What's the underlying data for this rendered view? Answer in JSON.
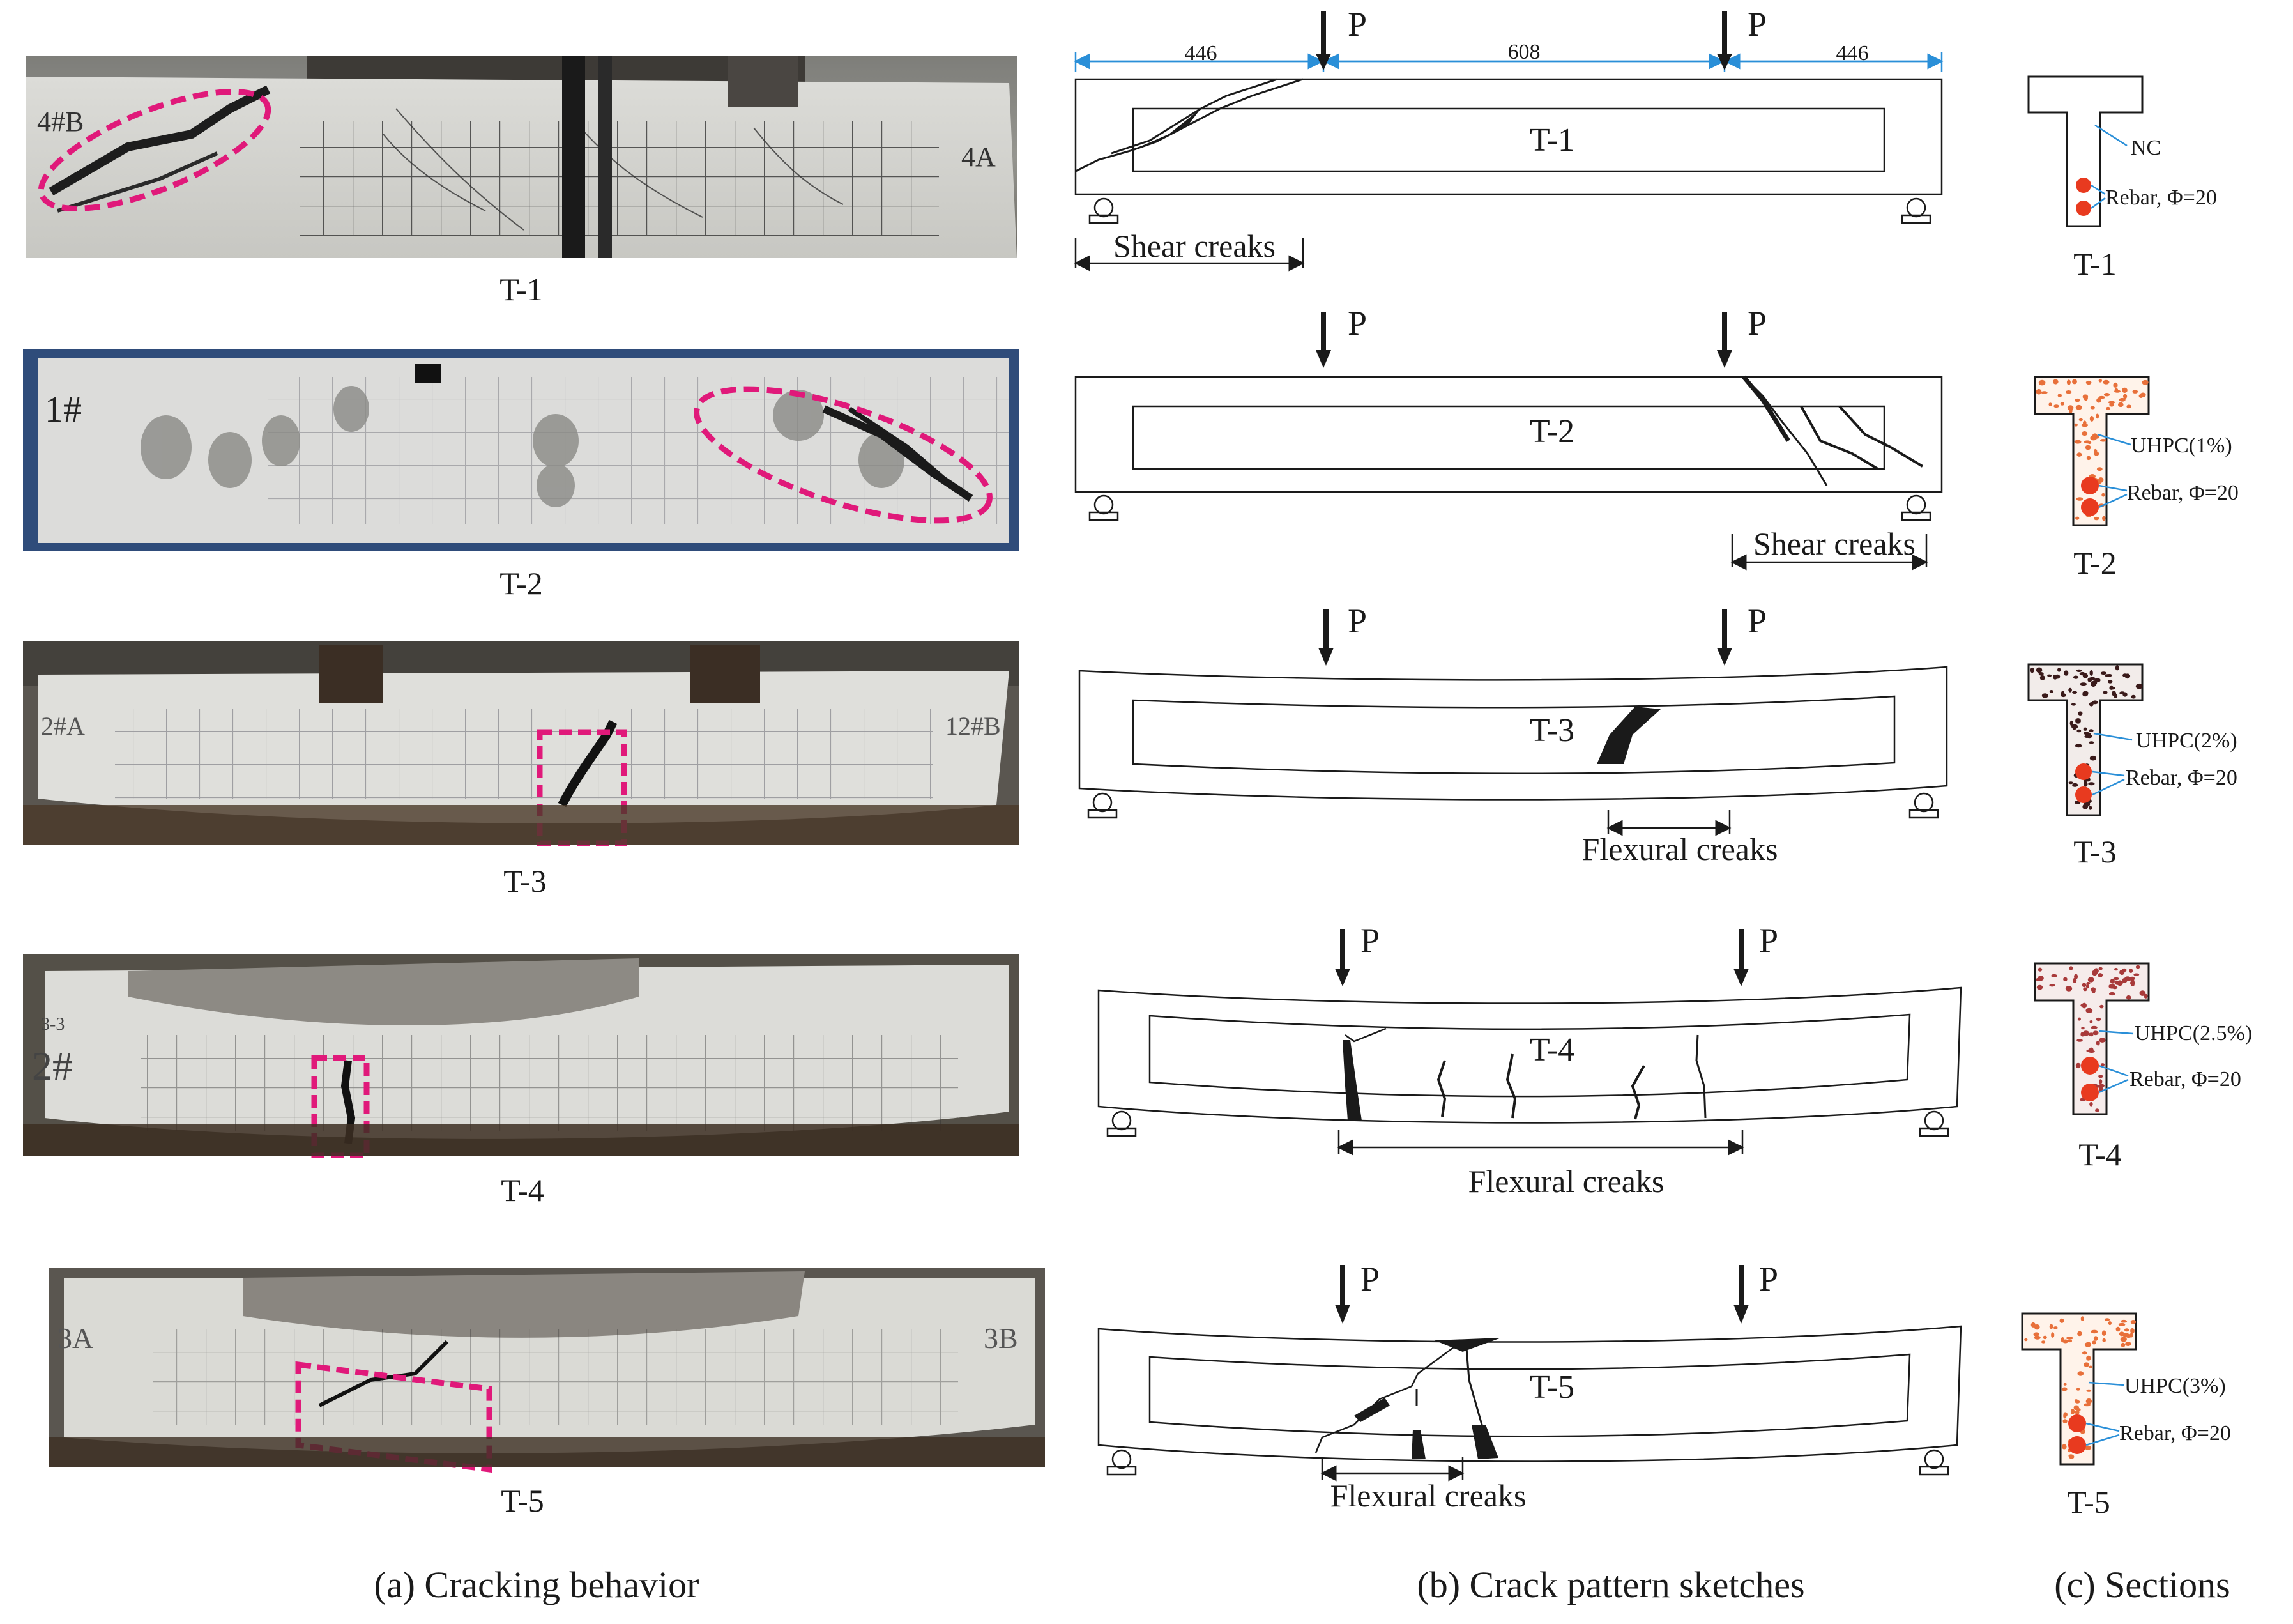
{
  "photos": [
    {
      "id": "T-1",
      "label": "T-1",
      "marks": [
        "4#B",
        "4A"
      ]
    },
    {
      "id": "T-2",
      "label": "T-2",
      "marks": [
        "1#"
      ]
    },
    {
      "id": "T-3",
      "label": "T-3",
      "marks": [
        "2#A",
        "12#B"
      ]
    },
    {
      "id": "T-4",
      "label": "T-4",
      "marks": [
        "3-3",
        "2#"
      ]
    },
    {
      "id": "T-5",
      "label": "T-5",
      "marks": [
        "3A",
        "3B"
      ]
    }
  ],
  "sketches": [
    {
      "id": "T-1",
      "beam_label": "T-1",
      "load_label": "P",
      "crack_label": "Shear creaks",
      "dims": [
        "446",
        "608",
        "446"
      ]
    },
    {
      "id": "T-2",
      "beam_label": "T-2",
      "load_label": "P",
      "crack_label": "Shear creaks"
    },
    {
      "id": "T-3",
      "beam_label": "T-3",
      "load_label": "P",
      "crack_label": "Flexural creaks"
    },
    {
      "id": "T-4",
      "beam_label": "T-4",
      "load_label": "P",
      "crack_label": "Flexural creaks"
    },
    {
      "id": "T-5",
      "beam_label": "T-5",
      "load_label": "P",
      "crack_label": "Flexural creaks"
    }
  ],
  "sections": [
    {
      "id": "T-1",
      "label": "T-1",
      "material": "NC",
      "rebar": "Rebar, Φ=20",
      "fill": "none"
    },
    {
      "id": "T-2",
      "label": "T-2",
      "material": "UHPC(1%)",
      "rebar": "Rebar, Φ=20",
      "fill": "orange"
    },
    {
      "id": "T-3",
      "label": "T-3",
      "material": "UHPC(2%)",
      "rebar": "Rebar, Φ=20",
      "fill": "dark"
    },
    {
      "id": "T-4",
      "label": "T-4",
      "material": "UHPC(2.5%)",
      "rebar": "Rebar, Φ=20",
      "fill": "maroon"
    },
    {
      "id": "T-5",
      "label": "T-5",
      "material": "UHPC(3%)",
      "rebar": "Rebar, Φ=20",
      "fill": "orange"
    }
  ],
  "captions": {
    "a": "(a) Cracking behavior",
    "b": "(b) Crack pattern sketches",
    "c": "(c) Sections"
  },
  "colors": {
    "highlight": "#e0197a",
    "dimension": "#2a8fd8",
    "rebar": "#e83a1f",
    "uhpc_orange": "#e8703a",
    "uhpc_dark": "#3a1a1a",
    "uhpc_maroon": "#a83a3a"
  }
}
